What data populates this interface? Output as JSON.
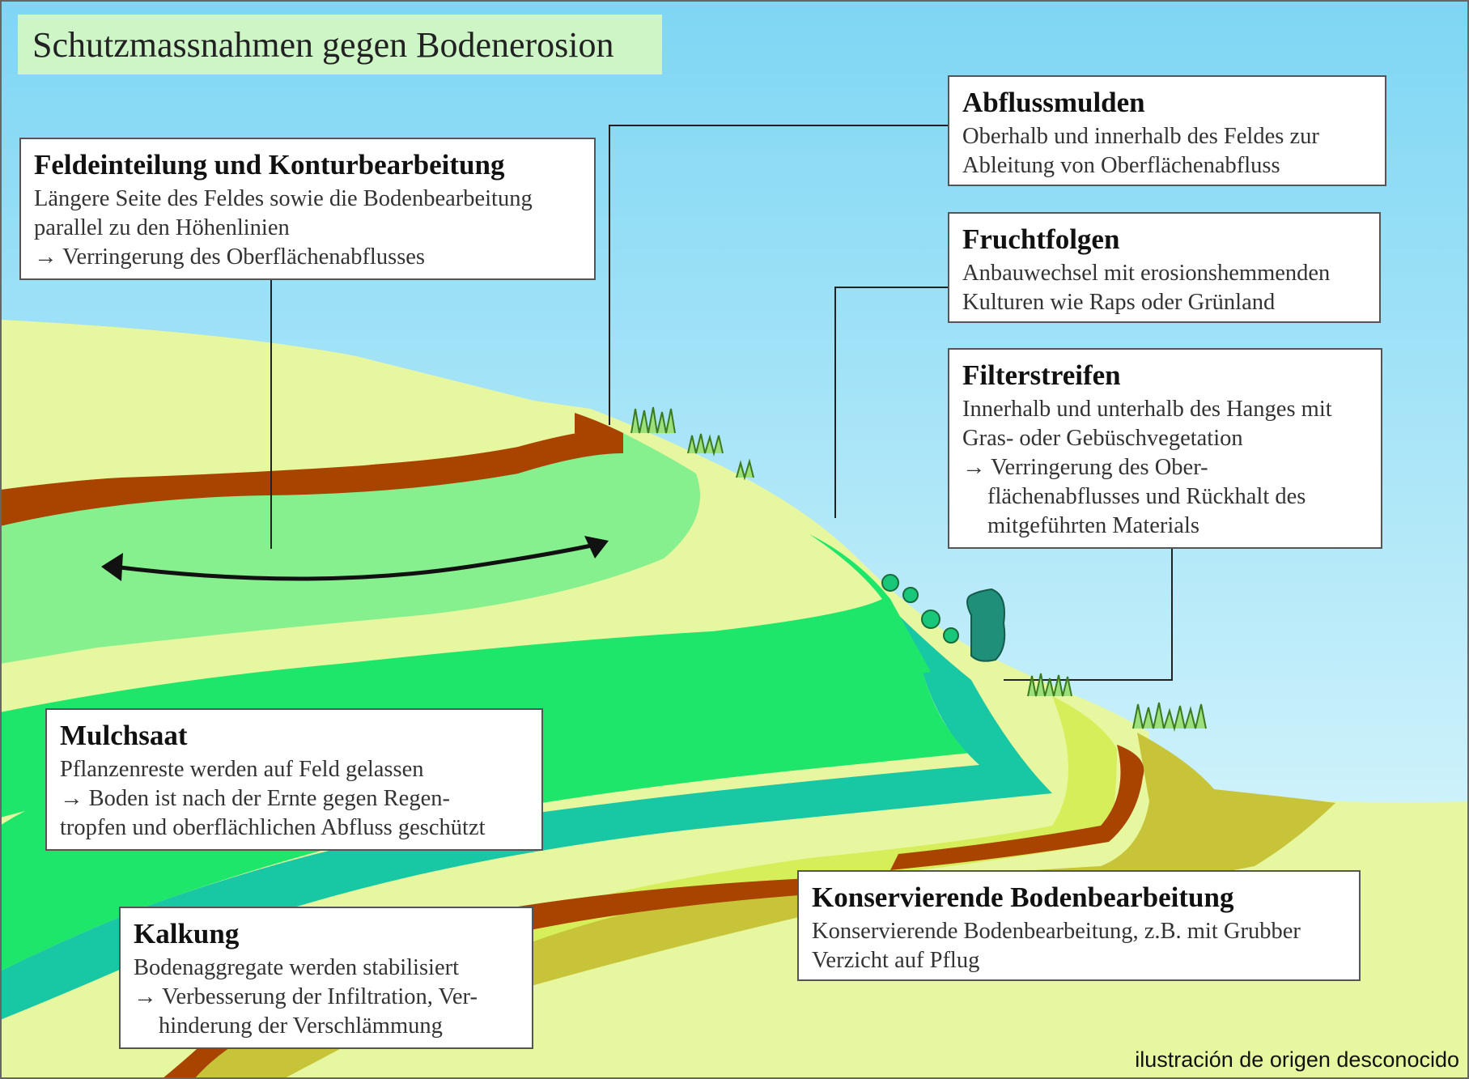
{
  "title": "Schutzmassnahmen gegen Bodenerosion",
  "boxes": {
    "feldeinteilung": {
      "heading": "Feldeinteilung und Konturbearbeitung",
      "lines": [
        "Längere Seite des Feldes sowie die Bodenbearbeitung",
        "parallel zu den Höhenlinien",
        "→ Verringerung des Oberflächenabflusses"
      ]
    },
    "abflussmulden": {
      "heading": "Abflussmulden",
      "lines": [
        "Oberhalb und innerhalb des Feldes zur",
        "Ableitung von  Oberflächenabfluss"
      ]
    },
    "fruchtfolgen": {
      "heading": "Fruchtfolgen",
      "lines": [
        "Anbauwechsel mit erosionshemmenden",
        "Kulturen  wie Raps oder Grünland"
      ]
    },
    "filterstreifen": {
      "heading": "Filterstreifen",
      "lines": [
        "Innerhalb und unterhalb des Hanges mit",
        "Gras- oder Gebüschvegetation",
        "→ Verringerung des Ober-",
        "flächenabflusses und Rückhalt des",
        "mitgeführten Materials"
      ]
    },
    "mulchsaat": {
      "heading": "Mulchsaat",
      "lines": [
        "Pflanzenreste werden auf Feld gelassen",
        "→ Boden ist nach der Ernte gegen Regen-",
        "tropfen und oberflächlichen Abfluss geschützt"
      ]
    },
    "kalkung": {
      "heading": "Kalkung",
      "lines": [
        "Bodenaggregate werden stabilisiert",
        "→ Verbesserung der Infiltration, Ver-",
        "hinderung der Verschlämmung"
      ]
    },
    "konservierende": {
      "heading": "Konservierende Bodenbearbeitung",
      "lines": [
        "Konservierende Bodenbearbeitung, z.B. mit Grubber",
        "Verzicht auf  Pflug"
      ]
    }
  },
  "credit": "ilustración de origen desconocido",
  "colors": {
    "sky_top": "#7ed6f4",
    "sky_bottom": "#e8fbfd",
    "meadow": "#e6f7a0",
    "light_green": "#86ef8e",
    "bright_green": "#1ee66a",
    "teal": "#18c7a4",
    "brown": "#a84400",
    "olive": "#c8c43a",
    "yellow_green": "#d6ee5a",
    "title_bg": "#cdf5c6"
  }
}
